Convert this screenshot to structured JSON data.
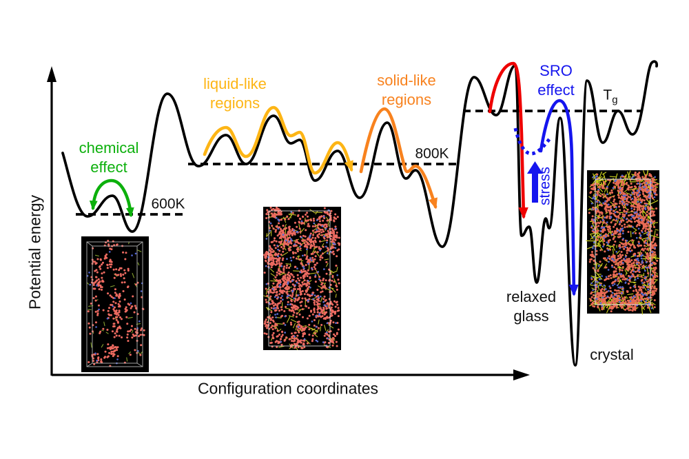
{
  "figure": {
    "y_axis_label": "Potential energy",
    "x_axis_label": "Configuration coordinates",
    "annotations": {
      "chemical_effect": "chemical\neffect",
      "liquid_like": "liquid-like\nregions",
      "solid_like": "solid-like\nregions",
      "sro_effect": "SRO\neffect",
      "stress": "stress",
      "relaxed_glass": "relaxed\nglass",
      "crystal": "crystal",
      "temp_600k": "600K",
      "temp_800k": "800K",
      "tg_main": "T",
      "tg_sub": "g"
    },
    "colors": {
      "curve": "#000000",
      "chemical_green": "#0cb00c",
      "liquid_amber": "#fdb515",
      "solid_orange": "#f8821e",
      "quench_red": "#ee0000",
      "sro_blue": "#1515ee"
    }
  }
}
